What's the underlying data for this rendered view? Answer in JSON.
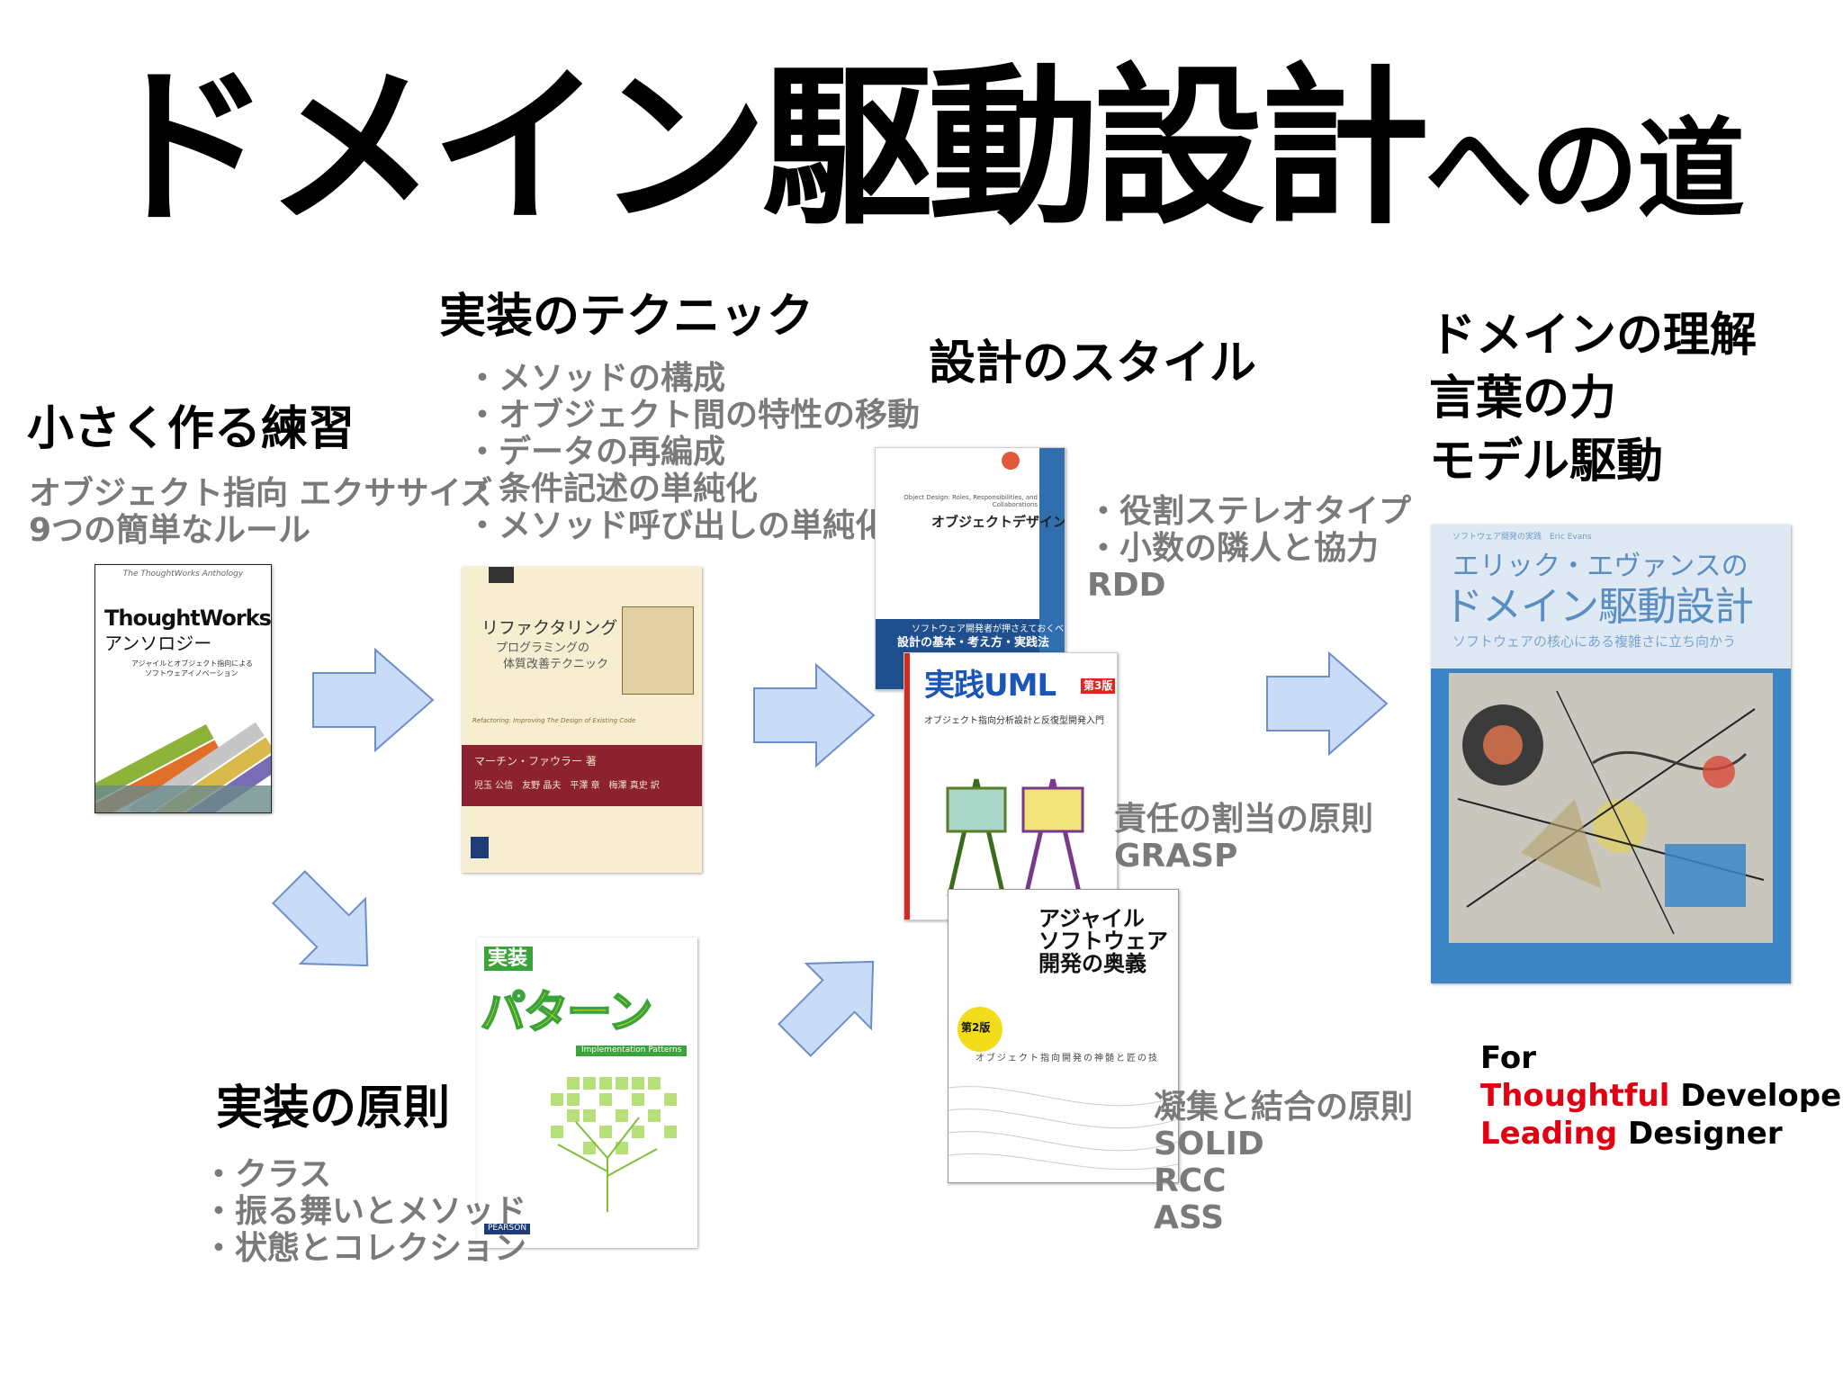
{
  "title": {
    "main": "ドメイン駆動設計",
    "suffix": "への道"
  },
  "sections": {
    "practice": {
      "heading": "小さく作る練習",
      "lines": [
        "オブジェクト指向 エクササイズ",
        "9つの簡単なルール"
      ]
    },
    "technique": {
      "heading": "実装のテクニック",
      "lines": [
        "・メソッドの構成",
        "・オブジェクト間の特性の移動",
        "・データの再編成",
        "・条件記述の単純化",
        "・メソッド呼び出しの単純化"
      ]
    },
    "style": {
      "heading": "設計のスタイル",
      "lines_a": [
        "・役割ステレオタイプ",
        "・小数の隣人と協力",
        "RDD"
      ],
      "lines_b": [
        "責任の割当の原則",
        "GRASP"
      ],
      "lines_c": [
        "凝集と結合の原則",
        "SOLID",
        "RCC",
        "ASS"
      ]
    },
    "domain": {
      "heading_lines": [
        "ドメインの理解",
        "言葉の力",
        "モデル駆動"
      ]
    },
    "principles": {
      "heading": "実装の原則",
      "lines": [
        "・クラス",
        "・振る舞いとメソッド",
        "・状態とコレクション"
      ]
    }
  },
  "footer": {
    "line1": "For",
    "line2_red": "Thoughtful",
    "line2_black": " Developer",
    "line3_red": "Leading",
    "line3_black": " Designer"
  },
  "books": {
    "thoughtworks": {
      "series": "The ThoughtWorks Anthology",
      "brand": "ThoughtWorks",
      "sub": "アンソロジー",
      "desc1": "アジャイルとオブジェクト指向による",
      "desc2": "ソフトウェアイノベーション"
    },
    "refactoring": {
      "title": "リファクタリング",
      "sub1": "プログラミングの",
      "sub2": "体質改善テクニック",
      "en": "Refactoring: Improving The Design of Existing Code",
      "author": "マーチン・ファウラー 著",
      "translators": "児玉 公信　友野 晶夫　平澤 章　梅澤 真史 訳"
    },
    "objectdesign": {
      "en": "Object Design: Roles, Responsibilities, and Collaborations",
      "title": "オブジェクトデザイン",
      "band": "ソフトウェア開発者が押さえておくべき",
      "band2": "設計の基本・考え方・実践法"
    },
    "uml": {
      "title": "実践UML",
      "edition": "第3版",
      "sub": "オブジェクト指向分析設計と反復型開発入門"
    },
    "patterns": {
      "badge": "実装",
      "title": "パターン",
      "en": "Implementation Patterns",
      "pub": "PEARSON"
    },
    "agile": {
      "title1": "アジャイル",
      "title2": "ソフトウェア",
      "title3": "開発の奥義",
      "edition": "第2版",
      "sub": "オブジェクト指向開発の神髄と匠の技"
    },
    "evans": {
      "top": "ソフトウェア開発の実践　Eric Evans",
      "title1": "エリック・エヴァンスの",
      "title2": "ドメイン駆動設計",
      "sub": "ソフトウェアの核心にある複雑さに立ち向かう"
    }
  },
  "colors": {
    "arrow_fill": "#c9dcf7",
    "arrow_stroke": "#6d8fc7",
    "heading": "#000000",
    "body_gray": "#7a7a7a",
    "accent_red": "#e00012"
  }
}
